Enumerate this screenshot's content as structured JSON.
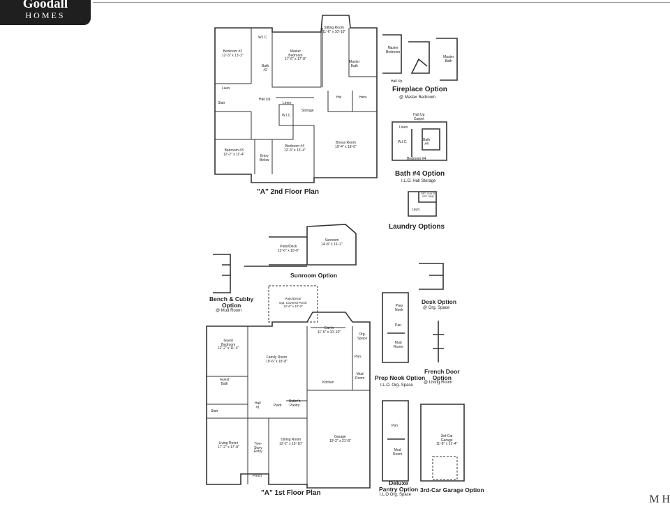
{
  "logo": {
    "brand": "Goodall",
    "sub": "HOMES"
  },
  "corner_text": "M  H",
  "plans": {
    "second_floor": {
      "title": "\"A\" 2nd Floor Plan",
      "rooms": [
        {
          "id": "bed2",
          "text": "Bedroom #2\n12'-3\" x 13'-2\""
        },
        {
          "id": "wic2",
          "text": "W.I.C."
        },
        {
          "id": "bath2",
          "text": "Bath\n#2"
        },
        {
          "id": "laun",
          "text": "Laun."
        },
        {
          "id": "master",
          "text": "Master\nBedroom\n17'-6\" x 17'-8\""
        },
        {
          "id": "sitting",
          "text": "Sitting Room\n11'-6\" x 10'-10\""
        },
        {
          "id": "mbath",
          "text": "Master\nBath"
        },
        {
          "id": "his",
          "text": "His"
        },
        {
          "id": "hers",
          "text": "Hers"
        },
        {
          "id": "stair",
          "text": "Stair"
        },
        {
          "id": "hallup",
          "text": "Hall Up"
        },
        {
          "id": "linen",
          "text": "Linen"
        },
        {
          "id": "wicc",
          "text": "W.I.C."
        },
        {
          "id": "storage",
          "text": "Storage"
        },
        {
          "id": "bed3",
          "text": "Bedroom #3\n12'-2\" x 11'-4\""
        },
        {
          "id": "entry",
          "text": "Entry\nBelow"
        },
        {
          "id": "bed4",
          "text": "Bedroom #4\n12'-3\" x 13'-4\""
        },
        {
          "id": "bonus",
          "text": "Bonus Room\n19'-4\" x 18'-0\""
        }
      ]
    },
    "fireplace_option": {
      "title": "Fireplace Option",
      "sub": "@ Master Bedroom",
      "rooms": [
        {
          "id": "mb",
          "text": "Master\nBedroom"
        },
        {
          "id": "mbath",
          "text": "Master\nBath"
        },
        {
          "id": "hall",
          "text": "Hall Up"
        }
      ]
    },
    "bath4_option": {
      "title": "Bath #4 Option",
      "sub": "I.L.O. Hall Storage",
      "rooms": [
        {
          "id": "hall",
          "text": "Hall Up\nCarpet"
        },
        {
          "id": "linen",
          "text": "Linen"
        },
        {
          "id": "wic",
          "text": "W.I.C."
        },
        {
          "id": "bath4",
          "text": "Bath\n#4"
        },
        {
          "id": "bed4",
          "text": "Bedroom #4"
        }
      ]
    },
    "laundry_options": {
      "title": "Laundry Options",
      "rooms": [
        {
          "id": "laun",
          "text": "Laun."
        },
        {
          "id": "chute",
          "text": "OPT. CHUTE\nOPT. SINK"
        }
      ]
    },
    "sunroom_option": {
      "title": "Sunroom Option",
      "rooms": [
        {
          "id": "patio",
          "text": "Patio/Deck\n12'-6\" x 10'-0\""
        },
        {
          "id": "sun",
          "text": "Sunroom\n14'-8\" x 16'-2\""
        }
      ]
    },
    "bench_option": {
      "title": "Bench & Cubby\nOption",
      "sub": "@ Mud Room"
    },
    "first_floor": {
      "title": "\"A\" 1st Floor Plan",
      "rooms": [
        {
          "id": "patio",
          "text": "Patio/Deck/\nOpt. Covered Porch\n12'-6\" x 10'-0\""
        },
        {
          "id": "guestbed",
          "text": "Guest\nBedroom\n12'-2\" x 11'-4\""
        },
        {
          "id": "guestbath",
          "text": "Guest\nBath"
        },
        {
          "id": "family",
          "text": "Family Room\n19'-6\" x 18'-8\""
        },
        {
          "id": "eatin",
          "text": "Eat-In\n11'-6\" x 10'-10\""
        },
        {
          "id": "orgspace",
          "text": "Org.\nSpace"
        },
        {
          "id": "pan",
          "text": "Pan."
        },
        {
          "id": "mud",
          "text": "Mud\nRoom"
        },
        {
          "id": "kitchen",
          "text": "Kitchen"
        },
        {
          "id": "stair",
          "text": "Stair"
        },
        {
          "id": "hall",
          "text": "Hall\n#1"
        },
        {
          "id": "pwdr",
          "text": "Pwdr."
        },
        {
          "id": "butler",
          "text": "Butler's\nPantry"
        },
        {
          "id": "living",
          "text": "Living Room\n17'-2\" x 17'-8\""
        },
        {
          "id": "twostory",
          "text": "Two-\nStory\nEntry"
        },
        {
          "id": "dining",
          "text": "Dining Room\n12'-2\" x 15'-10\""
        },
        {
          "id": "garage",
          "text": "Garage\n19'-2\" x 21'-8\""
        },
        {
          "id": "porch",
          "text": "Porch"
        }
      ]
    },
    "prep_nook_option": {
      "title": "Prep Nook Option",
      "sub": "I.L.O. Org. Space",
      "rooms": [
        {
          "id": "prep",
          "text": "Prep\nNook"
        },
        {
          "id": "pan",
          "text": "Pan."
        },
        {
          "id": "mud",
          "text": "Mud\nRoom"
        }
      ]
    },
    "desk_option": {
      "title": "Desk Option",
      "sub": "@ Org. Space"
    },
    "french_door_option": {
      "title": "French Door\nOption",
      "sub": "@ Living Room"
    },
    "deluxe_pantry_option": {
      "title": "Deluxe\nPantry Option",
      "sub": "I.L.O Org. Space",
      "rooms": [
        {
          "id": "pan",
          "text": "Pan."
        },
        {
          "id": "mud",
          "text": "Mud\nRoom"
        }
      ]
    },
    "third_car_option": {
      "title": "3rd-Car Garage Option",
      "rooms": [
        {
          "id": "garage3",
          "text": "3rd-Car\nGarage\n11'-8\" x 21'-4\""
        }
      ]
    }
  }
}
